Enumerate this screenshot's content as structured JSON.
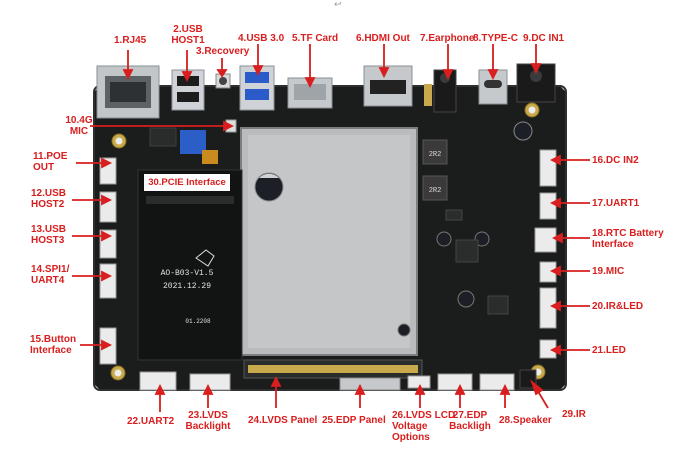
{
  "labels": {
    "rj45": "1.RJ45",
    "usb_host1_a": "2.USB",
    "usb_host1_b": "HOST1",
    "recovery": "3.Recovery",
    "usb3": "4.USB 3.0",
    "tf_card": "5.TF Card",
    "hdmi_out": "6.HDMI Out",
    "earphone": "7.Earphone",
    "type_c": "8.TYPE-C",
    "dc_in1": "9.DC IN1",
    "mic4g_a": "10.4G",
    "mic4g_b": "MIC",
    "poe_a": "11.POE",
    "poe_b": "OUT",
    "usb_host2_a": "12.USB",
    "usb_host2_b": "HOST2",
    "usb_host3_a": "13.USB",
    "usb_host3_b": "HOST3",
    "spi_a": "14.SPI1/",
    "spi_b": "UART4",
    "button_a": "15.Button",
    "button_b": "Interface",
    "dc_in2": "16.DC IN2",
    "uart1": "17.UART1",
    "rtc_a": "18.RTC Battery",
    "rtc_b": "Interface",
    "mic": "19.MIC",
    "ir_led": "20.IR&LED",
    "led": "21.LED",
    "uart2": "22.UART2",
    "lvds_bl_a": "23.LVDS",
    "lvds_bl_b": "Backlight",
    "lvds_panel": "24.LVDS Panel",
    "edp_panel": "25.EDP Panel",
    "lvds_lcd_a": "26.LVDS LCD",
    "lvds_lcd_b": "Voltage",
    "lvds_lcd_c": "Options",
    "edp_bl_a": "27.EDP",
    "edp_bl_b": "Backligh",
    "speaker": "28.Speaker",
    "ir": "29.IR",
    "pcie": "30.PCIE Interface"
  },
  "silkscreen": {
    "board_model": "AO-B03-V1.5",
    "board_date": "2021.12.29",
    "chip_a": "2R2",
    "chip_b": "2R2",
    "module_code": "01.2208"
  },
  "top_glyph": "↩",
  "colors": {
    "label_red": "#d81e1e",
    "pcb": "#1a1c1b",
    "shield": "#b7b9bb",
    "connector_white": "#eeeeee",
    "metal": "#c9cdd2",
    "usb_blue": "#2a5bc9"
  }
}
